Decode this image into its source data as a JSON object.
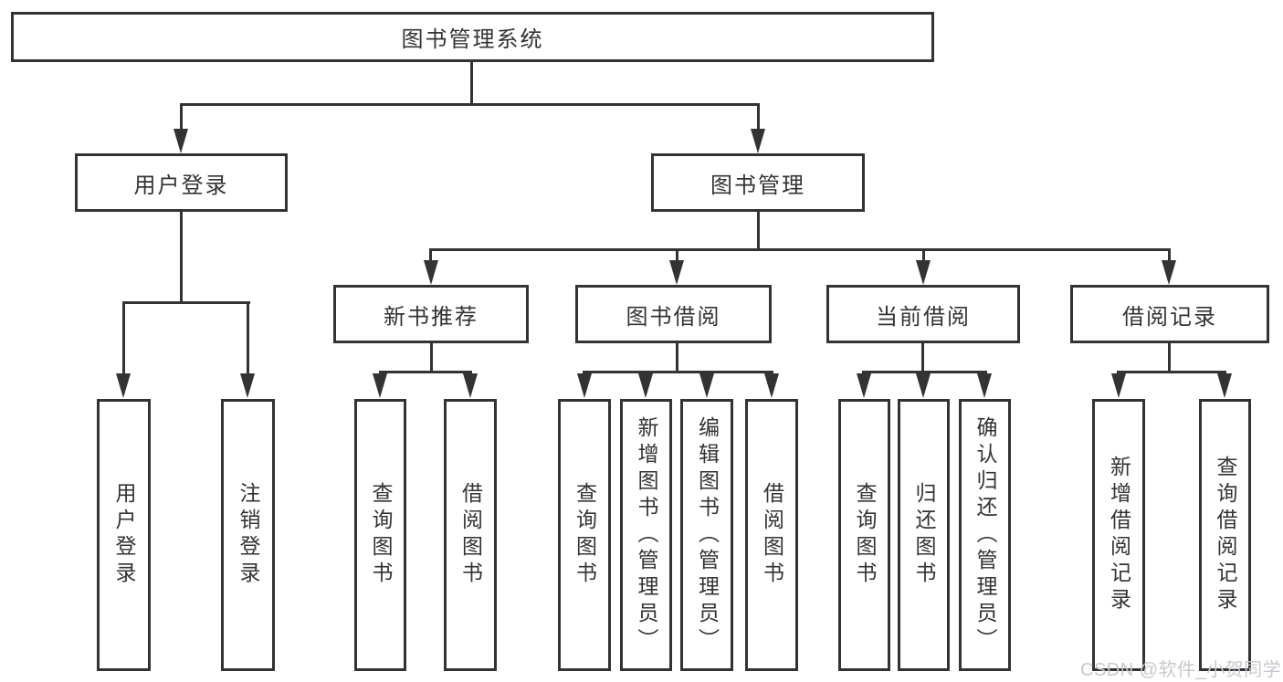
{
  "tree": {
    "root": {
      "label": "图书管理系统",
      "children": [
        {
          "label": "用户登录",
          "children": [
            {
              "label": "用户登录"
            },
            {
              "label": "注销登录"
            }
          ]
        },
        {
          "label": "图书管理",
          "children": [
            {
              "label": "新书推荐",
              "children": [
                {
                  "label": "查询图书"
                },
                {
                  "label": "借阅图书"
                }
              ]
            },
            {
              "label": "图书借阅",
              "children": [
                {
                  "label": "查询图书"
                },
                {
                  "label": "新增图书（管理员）"
                },
                {
                  "label": "编辑图书（管理员）"
                },
                {
                  "label": "借阅图书"
                }
              ]
            },
            {
              "label": "当前借阅",
              "children": [
                {
                  "label": "查询图书"
                },
                {
                  "label": "归还图书"
                },
                {
                  "label": "确认归还（管理员）"
                }
              ]
            },
            {
              "label": "借阅记录",
              "children": [
                {
                  "label": "新增借阅记录"
                },
                {
                  "label": "查询借阅记录"
                }
              ]
            }
          ]
        }
      ]
    }
  },
  "watermark": {
    "text": "CSDN @软件_小贺同学"
  },
  "colors": {
    "line": "#333333",
    "text": "#333333",
    "background": "#ffffff",
    "watermark": "#c6c9ce"
  }
}
